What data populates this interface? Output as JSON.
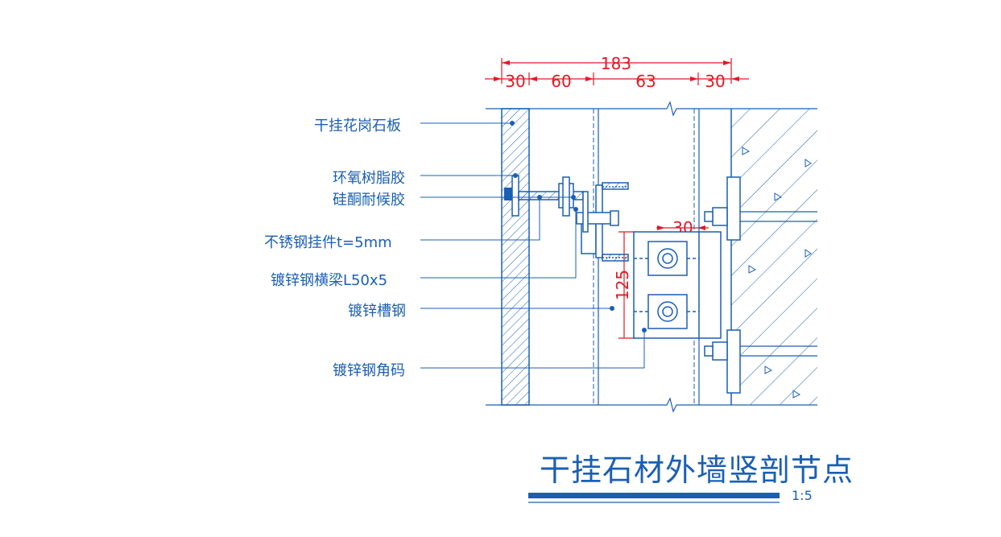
{
  "title": "干挂石材外墙竖剖节点",
  "scale": "1:5",
  "colors": {
    "line": "#1a5fb4",
    "dimension": "#e01b24",
    "fill": "#1a5fb4"
  },
  "labels": [
    "干挂花岗石板",
    "环氧树脂胶",
    "硅酮耐候胶",
    "不锈钢挂件t=5mm",
    "镀锌钢横梁L50x5",
    "镀锌槽钢",
    "镀锌钢角码"
  ],
  "dimensions": {
    "total": "183",
    "segments": [
      "30",
      "60",
      "63",
      "30"
    ],
    "bolt_offset": "30",
    "bolt_spacing": "125"
  }
}
